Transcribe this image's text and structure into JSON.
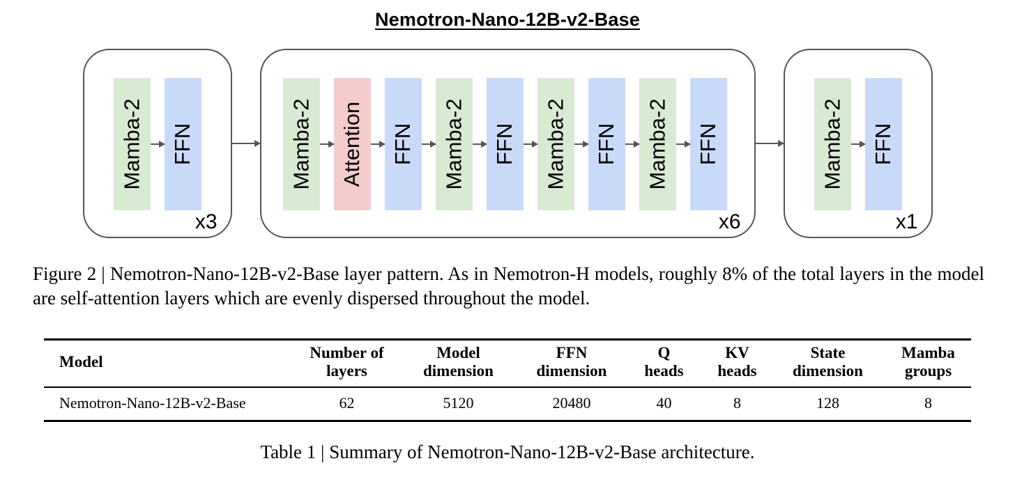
{
  "diagram": {
    "title": "Nemotron-Nano-12B-v2-Base",
    "stroke_color": "#555555",
    "block_colors": {
      "Mamba-2": "#d9ead3",
      "Attention": "#f4cccc",
      "FFN": "#c9daf8"
    },
    "groups": [
      {
        "repeat_label": "x3",
        "blocks": [
          "Mamba-2",
          "FFN"
        ]
      },
      {
        "repeat_label": "x6",
        "blocks": [
          "Mamba-2",
          "Attention",
          "FFN",
          "Mamba-2",
          "FFN",
          "Mamba-2",
          "FFN",
          "Mamba-2",
          "FFN"
        ]
      },
      {
        "repeat_label": "x1",
        "blocks": [
          "Mamba-2",
          "FFN"
        ]
      }
    ]
  },
  "figure_caption": "Figure 2 | Nemotron-Nano-12B-v2-Base layer pattern. As in Nemotron-H models, roughly 8% of the total layers in the model are self-attention layers which are evenly dispersed throughout the model.",
  "table": {
    "headers": [
      "Model",
      "Number of\nlayers",
      "Model\ndimension",
      "FFN\ndimension",
      "Q\nheads",
      "KV\nheads",
      "State\ndimension",
      "Mamba\ngroups"
    ],
    "rows": [
      [
        "Nemotron-Nano-12B-v2-Base",
        "62",
        "5120",
        "20480",
        "40",
        "8",
        "128",
        "8"
      ]
    ],
    "caption": "Table 1 | Summary of Nemotron-Nano-12B-v2-Base architecture."
  }
}
